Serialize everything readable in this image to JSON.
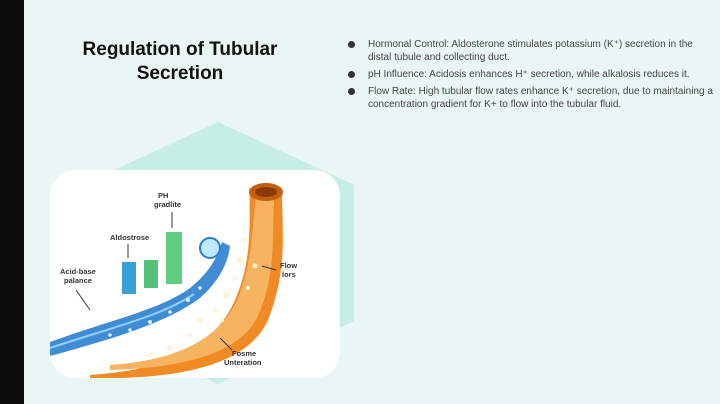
{
  "slide": {
    "title": "Regulation of Tubular Secretion",
    "bullets": [
      "Hormonal Control: Aldosterone stimulates potassium (K⁺) secretion in the distal tubule and collecting duct.",
      "pH Influence: Acidosis enhances H⁺ secretion, while alkalosis reduces it.",
      "Flow Rate: High tubular flow rates enhance K⁺ secretion, due to maintaining a concentration gradient for K+ to flow into the tubular fluid."
    ]
  },
  "illustration": {
    "labels": {
      "ph_line1": "PH",
      "ph_line2": "gradlite",
      "aldostrose": "Aldostrose",
      "acid_line1": "Acid-base",
      "acid_line2": "palance",
      "flow_line1": "Flow",
      "flow_line2": "lors",
      "fosme_line1": "Fosme",
      "fosme_line2": "Unteration"
    }
  },
  "colors": {
    "slide_bg": "#e9f6f3",
    "hexagon": "#c7eee3",
    "tubule_orange": "#f08a24",
    "flow_blue": "#2a7fd0"
  }
}
